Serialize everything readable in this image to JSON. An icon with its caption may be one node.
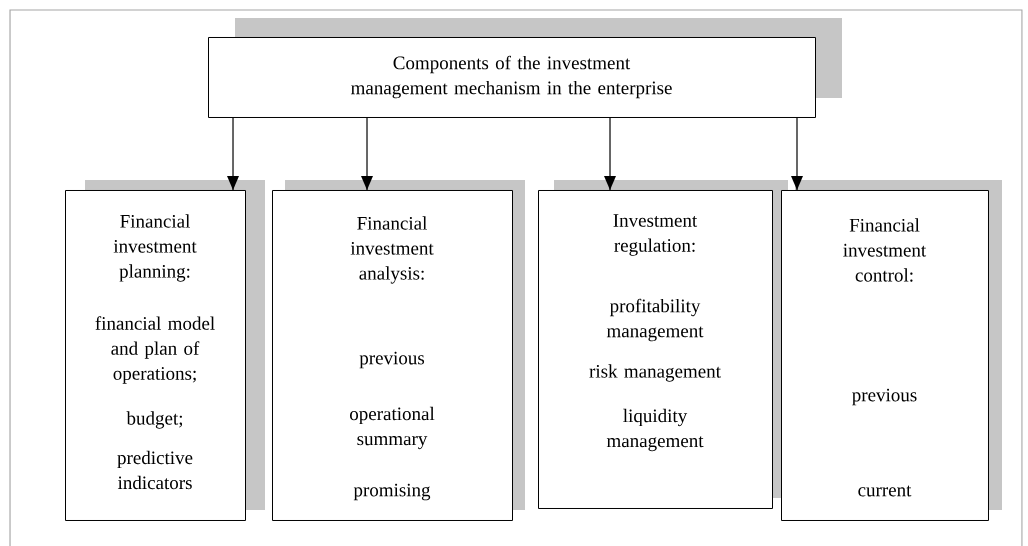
{
  "diagram": {
    "nodes": [
      {
        "text": [
          "Components of the investment management mechanism in the enterprise"
        ]
      },
      {
        "text": [
          "Financial investment planning:",
          "financial model and plan of operations;",
          "budget;",
          "predictive indicators"
        ]
      },
      {
        "text": [
          "Financial investment analysis:",
          "previous",
          "operational summary",
          "promising"
        ]
      },
      {
        "text": [
          "Investment regulation:",
          "profitability management",
          "risk management",
          "liquidity management"
        ]
      },
      {
        "text": [
          "Financial investment control:",
          "previous",
          "current"
        ]
      }
    ],
    "edges": [
      {
        "from": 0,
        "to": 1,
        "arrow": "to"
      },
      {
        "from": 0,
        "to": 2,
        "arrow": "to"
      },
      {
        "from": 0,
        "to": 3,
        "arrow": "to"
      },
      {
        "from": 0,
        "to": 4,
        "arrow": "to"
      }
    ]
  }
}
